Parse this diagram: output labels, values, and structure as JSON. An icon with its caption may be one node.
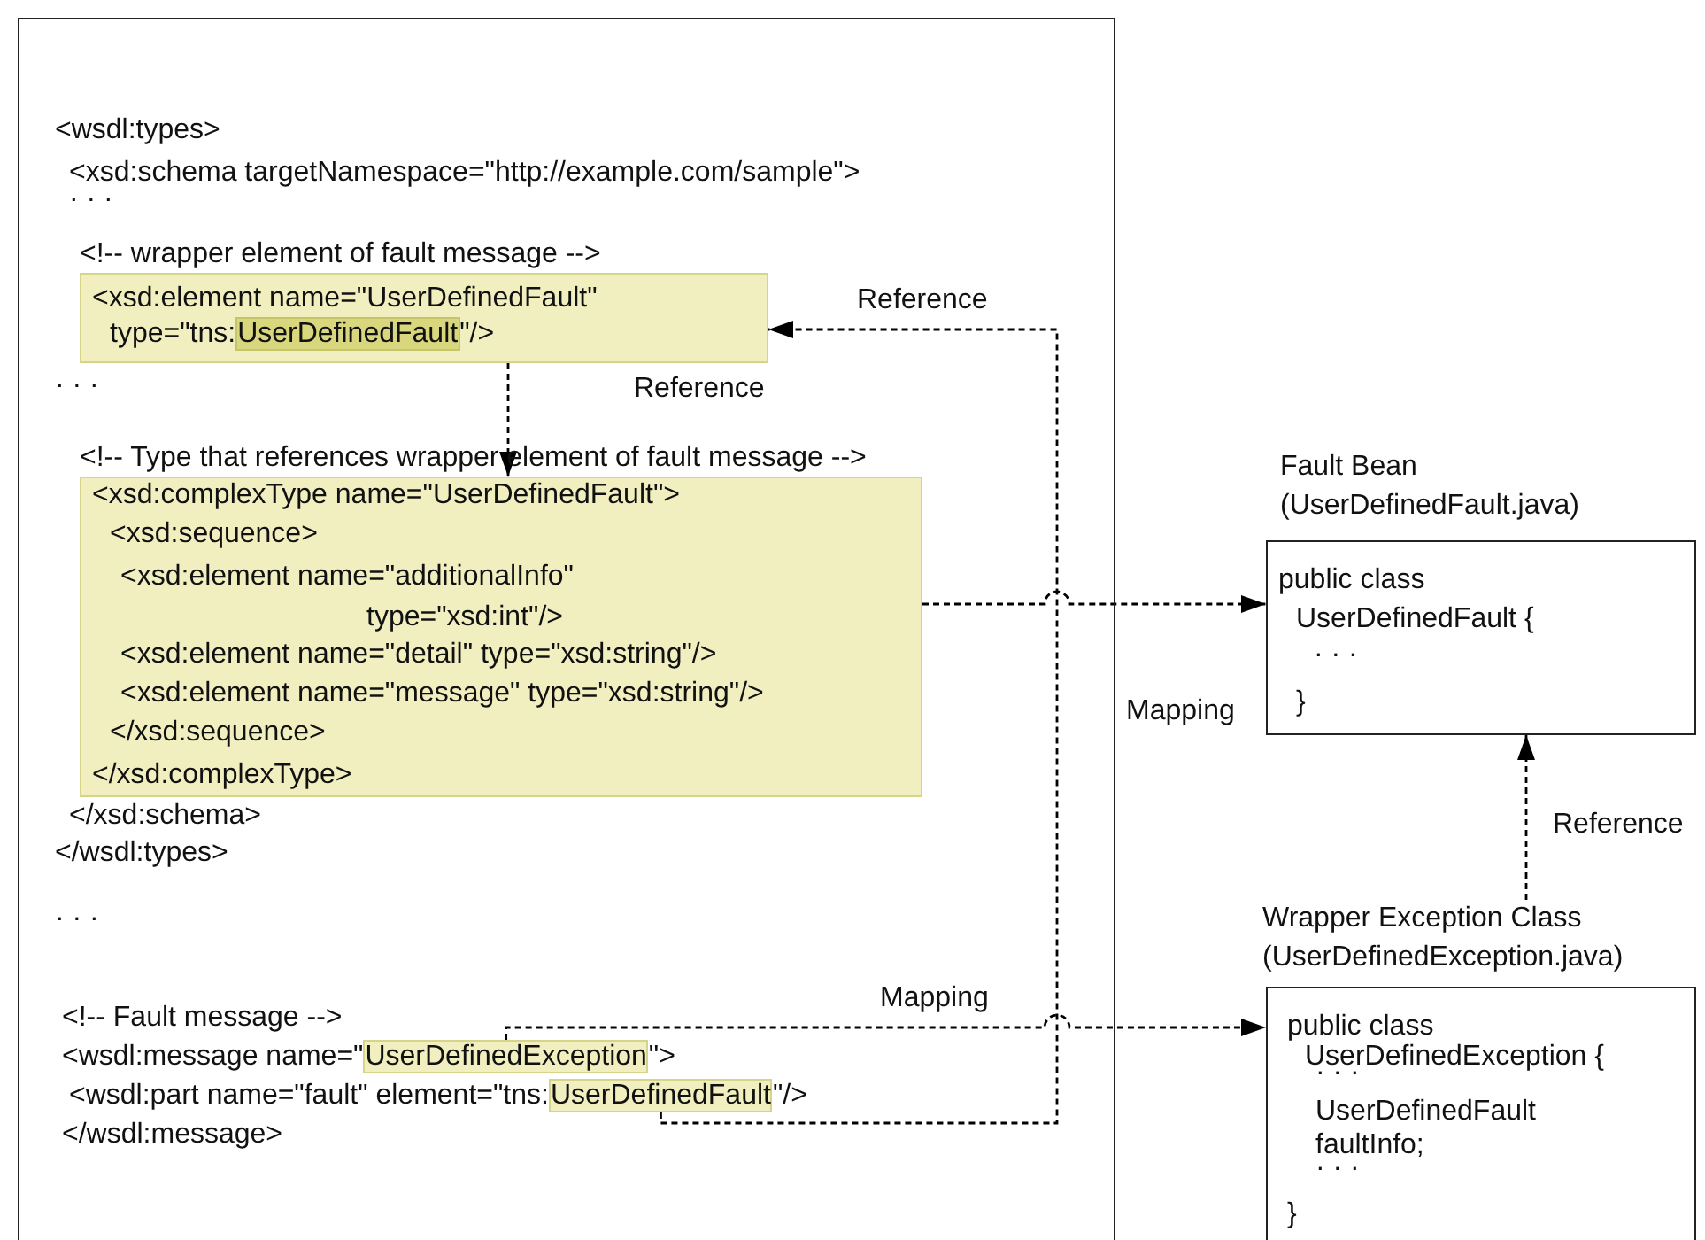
{
  "diagram": {
    "nodes": [
      {
        "text": [
          "<wsdl:types>",
          "<xsd:schema targetNamespace=\"http://example.com/sample\">",
          "· · ·",
          "<!-- wrapper element of fault message -->",
          "· · ·",
          "<!-- Type that references wrapper element of fault message -->",
          "</xsd:schema>",
          "</wsdl:types>",
          "· · ·",
          "<!-- Fault message -->",
          "<wsdl:message name=\"",
          "\">",
          "<wsdl:part name=\"fault\" element=\"tns:",
          "\"/>",
          "</wsdl:message>"
        ]
      },
      {
        "text": [
          "<xsd:element name=\"UserDefinedFault\"",
          "type=\"tns:",
          "\"/>"
        ],
        "in": 0
      },
      {
        "text": [
          "UserDefinedFault"
        ],
        "in": 1
      },
      {
        "text": [
          "<xsd:complexType name=\"UserDefinedFault\">",
          "<xsd:sequence>",
          "<xsd:element name=\"additionalInfo\" type=\"xsd:int\"/>",
          "<xsd:element name=\"detail\" type=\"xsd:string\"/>",
          "<xsd:element name=\"message\" type=\"xsd:string\"/>",
          "</xsd:sequence>",
          "</xsd:complexType>"
        ],
        "in": 0
      },
      {
        "text": [
          "UserDefinedException"
        ],
        "in": 0
      },
      {
        "text": [
          "UserDefinedFault"
        ],
        "in": 0
      },
      {
        "text": [
          "Fault Bean (UserDefinedFault.java)",
          "public class UserDefinedFault {",
          "· · ·",
          "}"
        ]
      },
      {
        "text": [
          "Wrapper Exception Class (UserDefinedException.java)",
          "public class UserDefinedException {",
          "· · ·",
          "UserDefinedFault faultInfo;",
          "· · ·",
          "}"
        ]
      }
    ],
    "edges": [
      {
        "from": 1,
        "to": 3,
        "arrow": "to",
        "style": "dashed",
        "label": "Reference"
      },
      {
        "from": 5,
        "to": 1,
        "arrow": "to",
        "style": "dashed",
        "label": "Reference"
      },
      {
        "from": 3,
        "to": 6,
        "arrow": "to",
        "style": "dashed",
        "label": "Mapping"
      },
      {
        "from": 4,
        "to": 7,
        "arrow": "to",
        "style": "dashed",
        "label": "Mapping"
      },
      {
        "from": 7,
        "to": 6,
        "arrow": "to",
        "style": "dashed",
        "label": "Reference"
      }
    ]
  }
}
